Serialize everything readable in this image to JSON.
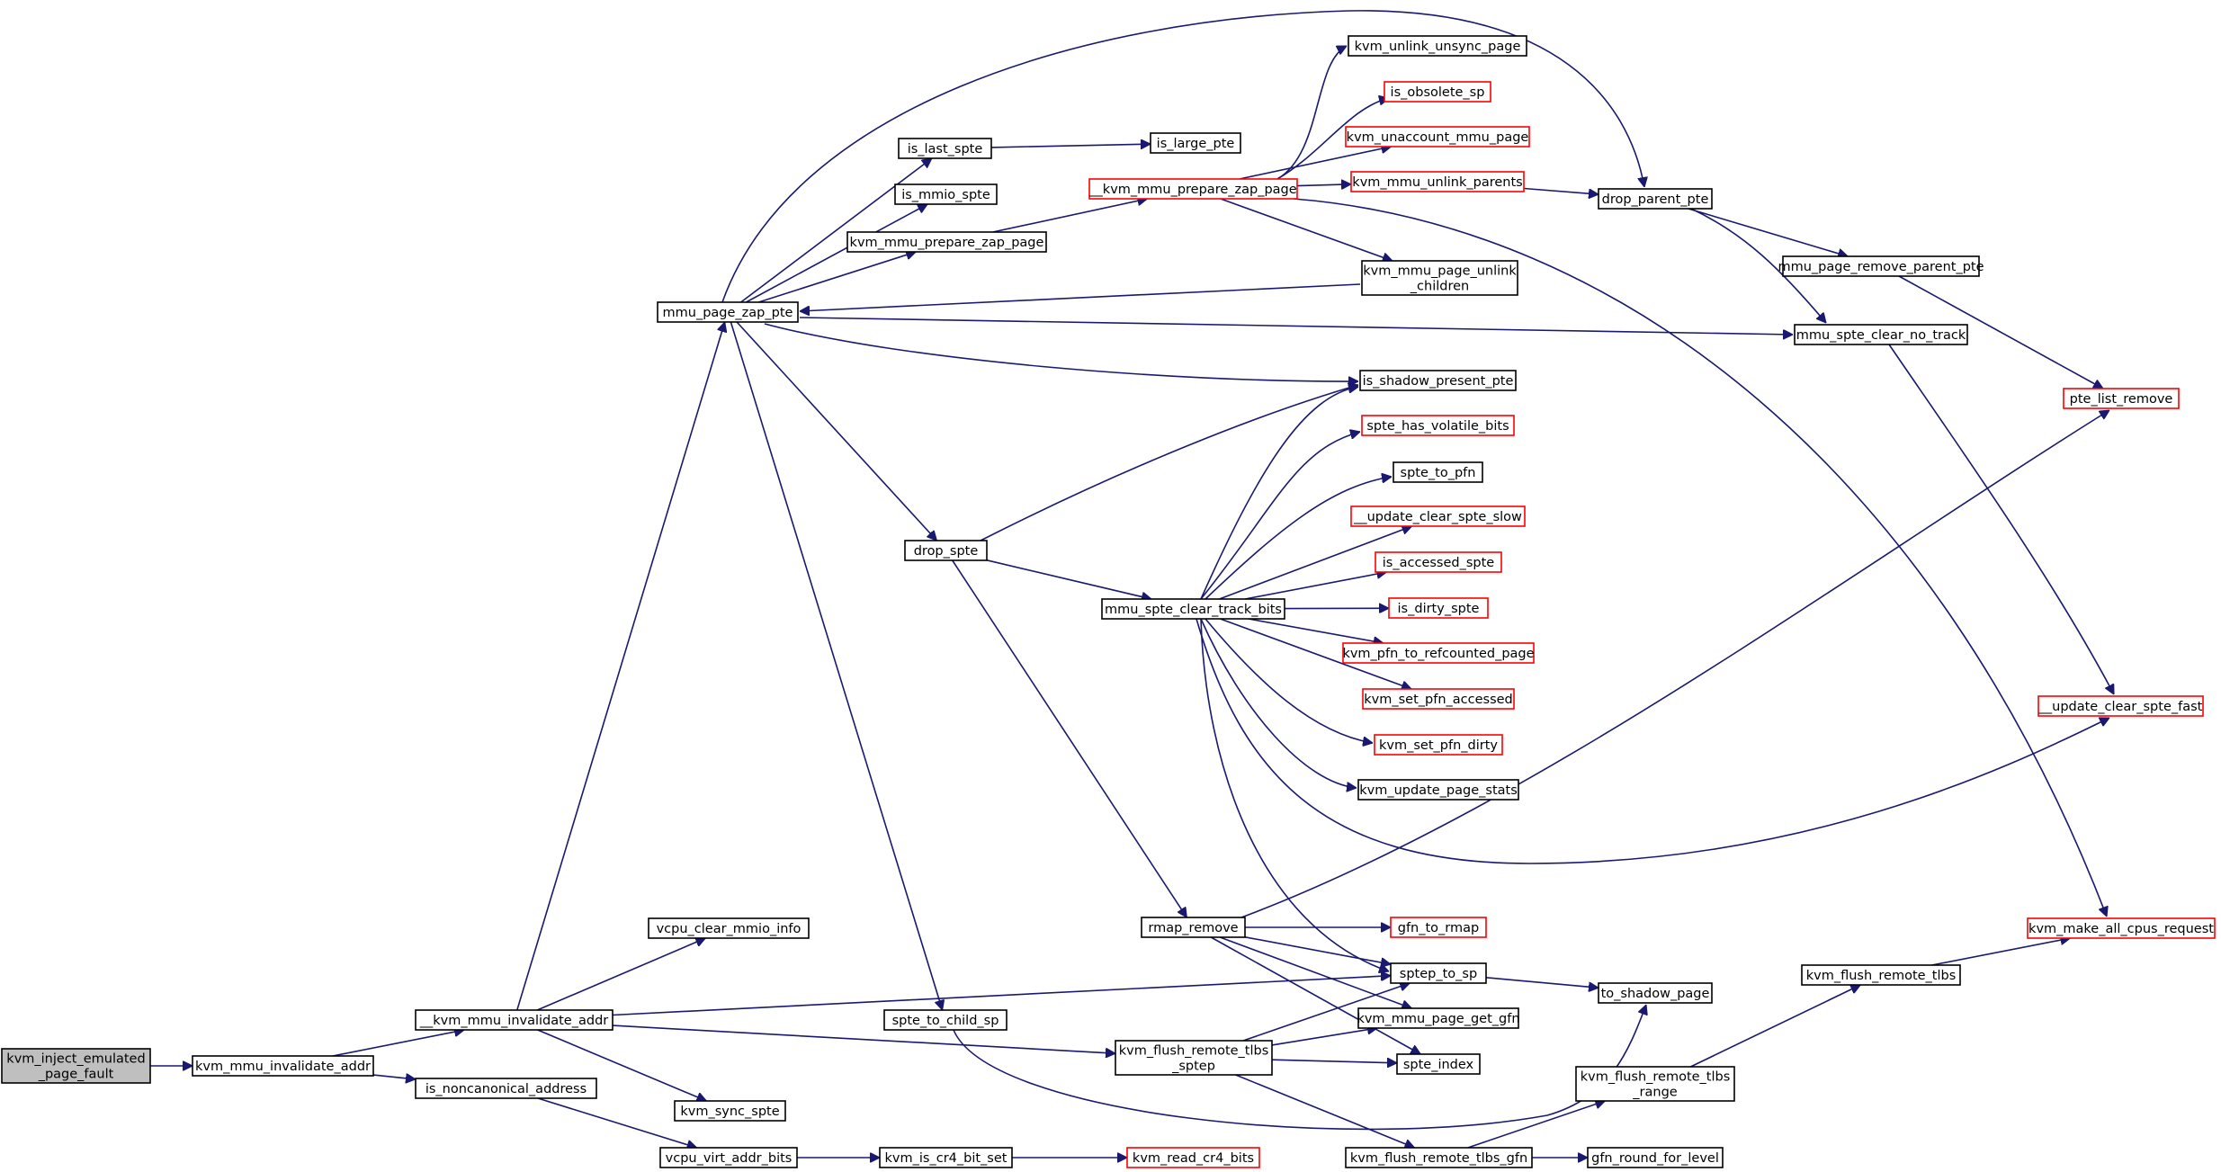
{
  "colors": {
    "edge": "#191970",
    "border_normal": "#000000",
    "border_external": "#ff0000",
    "fill_root": "#bfbfbf",
    "fill_node": "#ffffff"
  },
  "nodes": {
    "kvm_inject_emulated_page_fault": {
      "lines": [
        "kvm_inject_emulated",
        "_page_fault"
      ],
      "style": "root"
    },
    "kvm_mmu_invalidate_addr": {
      "lines": [
        "kvm_mmu_invalidate_addr"
      ],
      "style": "normal"
    },
    "__kvm_mmu_invalidate_addr": {
      "lines": [
        "__kvm_mmu_invalidate_addr"
      ],
      "style": "normal"
    },
    "is_noncanonical_address": {
      "lines": [
        "is_noncanonical_address"
      ],
      "style": "normal"
    },
    "vcpu_clear_mmio_info": {
      "lines": [
        "vcpu_clear_mmio_info"
      ],
      "style": "normal"
    },
    "kvm_sync_spte": {
      "lines": [
        "kvm_sync_spte"
      ],
      "style": "normal"
    },
    "vcpu_virt_addr_bits": {
      "lines": [
        "vcpu_virt_addr_bits"
      ],
      "style": "normal"
    },
    "mmu_page_zap_pte": {
      "lines": [
        "mmu_page_zap_pte"
      ],
      "style": "normal"
    },
    "is_last_spte": {
      "lines": [
        "is_last_spte"
      ],
      "style": "normal"
    },
    "is_mmio_spte": {
      "lines": [
        "is_mmio_spte"
      ],
      "style": "normal"
    },
    "kvm_mmu_prepare_zap_page": {
      "lines": [
        "kvm_mmu_prepare_zap_page"
      ],
      "style": "normal"
    },
    "drop_spte": {
      "lines": [
        "drop_spte"
      ],
      "style": "normal"
    },
    "spte_to_child_sp": {
      "lines": [
        "spte_to_child_sp"
      ],
      "style": "normal"
    },
    "kvm_is_cr4_bit_set": {
      "lines": [
        "kvm_is_cr4_bit_set"
      ],
      "style": "normal"
    },
    "is_large_pte": {
      "lines": [
        "is_large_pte"
      ],
      "style": "normal"
    },
    "__kvm_mmu_prepare_zap_page": {
      "lines": [
        "__kvm_mmu_prepare_zap_page"
      ],
      "style": "external"
    },
    "mmu_spte_clear_track_bits": {
      "lines": [
        "mmu_spte_clear_track_bits"
      ],
      "style": "normal"
    },
    "rmap_remove": {
      "lines": [
        "rmap_remove"
      ],
      "style": "normal"
    },
    "kvm_flush_remote_tlbs_sptep": {
      "lines": [
        "kvm_flush_remote_tlbs",
        "_sptep"
      ],
      "style": "normal"
    },
    "kvm_read_cr4_bits": {
      "lines": [
        "kvm_read_cr4_bits"
      ],
      "style": "external"
    },
    "kvm_unlink_unsync_page": {
      "lines": [
        "kvm_unlink_unsync_page"
      ],
      "style": "normal"
    },
    "is_obsolete_sp": {
      "lines": [
        "is_obsolete_sp"
      ],
      "style": "external"
    },
    "kvm_unaccount_mmu_page": {
      "lines": [
        "kvm_unaccount_mmu_page"
      ],
      "style": "external"
    },
    "kvm_mmu_unlink_parents": {
      "lines": [
        "kvm_mmu_unlink_parents"
      ],
      "style": "external"
    },
    "kvm_mmu_page_unlink_children": {
      "lines": [
        "kvm_mmu_page_unlink",
        "_children"
      ],
      "style": "normal"
    },
    "is_shadow_present_pte": {
      "lines": [
        "is_shadow_present_pte"
      ],
      "style": "normal"
    },
    "spte_has_volatile_bits": {
      "lines": [
        "spte_has_volatile_bits"
      ],
      "style": "external"
    },
    "spte_to_pfn": {
      "lines": [
        "spte_to_pfn"
      ],
      "style": "normal"
    },
    "__update_clear_spte_slow": {
      "lines": [
        "__update_clear_spte_slow"
      ],
      "style": "external"
    },
    "is_accessed_spte": {
      "lines": [
        "is_accessed_spte"
      ],
      "style": "external"
    },
    "is_dirty_spte": {
      "lines": [
        "is_dirty_spte"
      ],
      "style": "external"
    },
    "kvm_pfn_to_refcounted_page": {
      "lines": [
        "kvm_pfn_to_refcounted_page"
      ],
      "style": "external"
    },
    "kvm_set_pfn_accessed": {
      "lines": [
        "kvm_set_pfn_accessed"
      ],
      "style": "external"
    },
    "kvm_set_pfn_dirty": {
      "lines": [
        "kvm_set_pfn_dirty"
      ],
      "style": "external"
    },
    "kvm_update_page_stats": {
      "lines": [
        "kvm_update_page_stats"
      ],
      "style": "normal"
    },
    "gfn_to_rmap": {
      "lines": [
        "gfn_to_rmap"
      ],
      "style": "external"
    },
    "sptep_to_sp": {
      "lines": [
        "sptep_to_sp"
      ],
      "style": "normal"
    },
    "kvm_mmu_page_get_gfn": {
      "lines": [
        "kvm_mmu_page_get_gfn"
      ],
      "style": "normal"
    },
    "spte_index": {
      "lines": [
        "spte_index"
      ],
      "style": "normal"
    },
    "kvm_flush_remote_tlbs_gfn": {
      "lines": [
        "kvm_flush_remote_tlbs_gfn"
      ],
      "style": "normal"
    },
    "drop_parent_pte": {
      "lines": [
        "drop_parent_pte"
      ],
      "style": "normal"
    },
    "mmu_page_remove_parent_pte": {
      "lines": [
        "mmu_page_remove_parent_pte"
      ],
      "style": "normal"
    },
    "mmu_spte_clear_no_track": {
      "lines": [
        "mmu_spte_clear_no_track"
      ],
      "style": "normal"
    },
    "to_shadow_page": {
      "lines": [
        "to_shadow_page"
      ],
      "style": "normal"
    },
    "kvm_flush_remote_tlbs_range": {
      "lines": [
        "kvm_flush_remote_tlbs",
        "_range"
      ],
      "style": "normal"
    },
    "gfn_round_for_level": {
      "lines": [
        "gfn_round_for_level"
      ],
      "style": "normal"
    },
    "kvm_flush_remote_tlbs": {
      "lines": [
        "kvm_flush_remote_tlbs"
      ],
      "style": "normal"
    },
    "pte_list_remove": {
      "lines": [
        "pte_list_remove"
      ],
      "style": "external"
    },
    "__update_clear_spte_fast": {
      "lines": [
        "__update_clear_spte_fast"
      ],
      "style": "external"
    },
    "kvm_make_all_cpus_request": {
      "lines": [
        "kvm_make_all_cpus_request"
      ],
      "style": "external"
    }
  },
  "edges": [
    [
      "kvm_inject_emulated_page_fault",
      "kvm_mmu_invalidate_addr"
    ],
    [
      "kvm_mmu_invalidate_addr",
      "__kvm_mmu_invalidate_addr"
    ],
    [
      "kvm_mmu_invalidate_addr",
      "is_noncanonical_address"
    ],
    [
      "__kvm_mmu_invalidate_addr",
      "mmu_page_zap_pte"
    ],
    [
      "__kvm_mmu_invalidate_addr",
      "vcpu_clear_mmio_info"
    ],
    [
      "__kvm_mmu_invalidate_addr",
      "sptep_to_sp"
    ],
    [
      "__kvm_mmu_invalidate_addr",
      "kvm_flush_remote_tlbs_sptep"
    ],
    [
      "__kvm_mmu_invalidate_addr",
      "kvm_sync_spte"
    ],
    [
      "is_noncanonical_address",
      "vcpu_virt_addr_bits"
    ],
    [
      "vcpu_virt_addr_bits",
      "kvm_is_cr4_bit_set"
    ],
    [
      "kvm_is_cr4_bit_set",
      "kvm_read_cr4_bits"
    ],
    [
      "mmu_page_zap_pte",
      "is_last_spte"
    ],
    [
      "mmu_page_zap_pte",
      "is_mmio_spte"
    ],
    [
      "mmu_page_zap_pte",
      "kvm_mmu_prepare_zap_page"
    ],
    [
      "mmu_page_zap_pte",
      "drop_spte"
    ],
    [
      "mmu_page_zap_pte",
      "spte_to_child_sp"
    ],
    [
      "mmu_page_zap_pte",
      "is_shadow_present_pte"
    ],
    [
      "mmu_page_zap_pte",
      "mmu_spte_clear_no_track"
    ],
    [
      "mmu_page_zap_pte",
      "drop_parent_pte"
    ],
    [
      "is_last_spte",
      "is_large_pte"
    ],
    [
      "kvm_mmu_prepare_zap_page",
      "__kvm_mmu_prepare_zap_page"
    ],
    [
      "__kvm_mmu_prepare_zap_page",
      "kvm_unlink_unsync_page"
    ],
    [
      "__kvm_mmu_prepare_zap_page",
      "is_obsolete_sp"
    ],
    [
      "__kvm_mmu_prepare_zap_page",
      "kvm_unaccount_mmu_page"
    ],
    [
      "__kvm_mmu_prepare_zap_page",
      "kvm_mmu_unlink_parents"
    ],
    [
      "__kvm_mmu_prepare_zap_page",
      "kvm_mmu_page_unlink_children"
    ],
    [
      "__kvm_mmu_prepare_zap_page",
      "kvm_make_all_cpus_request"
    ],
    [
      "kvm_mmu_unlink_parents",
      "drop_parent_pte"
    ],
    [
      "kvm_mmu_page_unlink_children",
      "mmu_page_zap_pte"
    ],
    [
      "drop_parent_pte",
      "mmu_page_remove_parent_pte"
    ],
    [
      "drop_parent_pte",
      "mmu_spte_clear_no_track"
    ],
    [
      "mmu_page_remove_parent_pte",
      "pte_list_remove"
    ],
    [
      "mmu_spte_clear_no_track",
      "__update_clear_spte_fast"
    ],
    [
      "drop_spte",
      "is_shadow_present_pte"
    ],
    [
      "drop_spte",
      "mmu_spte_clear_track_bits"
    ],
    [
      "drop_spte",
      "rmap_remove"
    ],
    [
      "spte_to_child_sp",
      "to_shadow_page"
    ],
    [
      "mmu_spte_clear_track_bits",
      "is_shadow_present_pte"
    ],
    [
      "mmu_spte_clear_track_bits",
      "spte_has_volatile_bits"
    ],
    [
      "mmu_spte_clear_track_bits",
      "spte_to_pfn"
    ],
    [
      "mmu_spte_clear_track_bits",
      "__update_clear_spte_slow"
    ],
    [
      "mmu_spte_clear_track_bits",
      "is_accessed_spte"
    ],
    [
      "mmu_spte_clear_track_bits",
      "is_dirty_spte"
    ],
    [
      "mmu_spte_clear_track_bits",
      "kvm_pfn_to_refcounted_page"
    ],
    [
      "mmu_spte_clear_track_bits",
      "kvm_set_pfn_accessed"
    ],
    [
      "mmu_spte_clear_track_bits",
      "kvm_set_pfn_dirty"
    ],
    [
      "mmu_spte_clear_track_bits",
      "kvm_update_page_stats"
    ],
    [
      "mmu_spte_clear_track_bits",
      "__update_clear_spte_fast"
    ],
    [
      "mmu_spte_clear_track_bits",
      "sptep_to_sp"
    ],
    [
      "rmap_remove",
      "gfn_to_rmap"
    ],
    [
      "rmap_remove",
      "sptep_to_sp"
    ],
    [
      "rmap_remove",
      "kvm_mmu_page_get_gfn"
    ],
    [
      "rmap_remove",
      "spte_index"
    ],
    [
      "rmap_remove",
      "pte_list_remove"
    ],
    [
      "kvm_flush_remote_tlbs_sptep",
      "sptep_to_sp"
    ],
    [
      "kvm_flush_remote_tlbs_sptep",
      "kvm_mmu_page_get_gfn"
    ],
    [
      "kvm_flush_remote_tlbs_sptep",
      "spte_index"
    ],
    [
      "kvm_flush_remote_tlbs_sptep",
      "kvm_flush_remote_tlbs_gfn"
    ],
    [
      "sptep_to_sp",
      "to_shadow_page"
    ],
    [
      "kvm_flush_remote_tlbs_gfn",
      "kvm_flush_remote_tlbs_range"
    ],
    [
      "kvm_flush_remote_tlbs_gfn",
      "gfn_round_for_level"
    ],
    [
      "kvm_flush_remote_tlbs_range",
      "kvm_flush_remote_tlbs"
    ],
    [
      "kvm_flush_remote_tlbs",
      "kvm_make_all_cpus_request"
    ]
  ]
}
